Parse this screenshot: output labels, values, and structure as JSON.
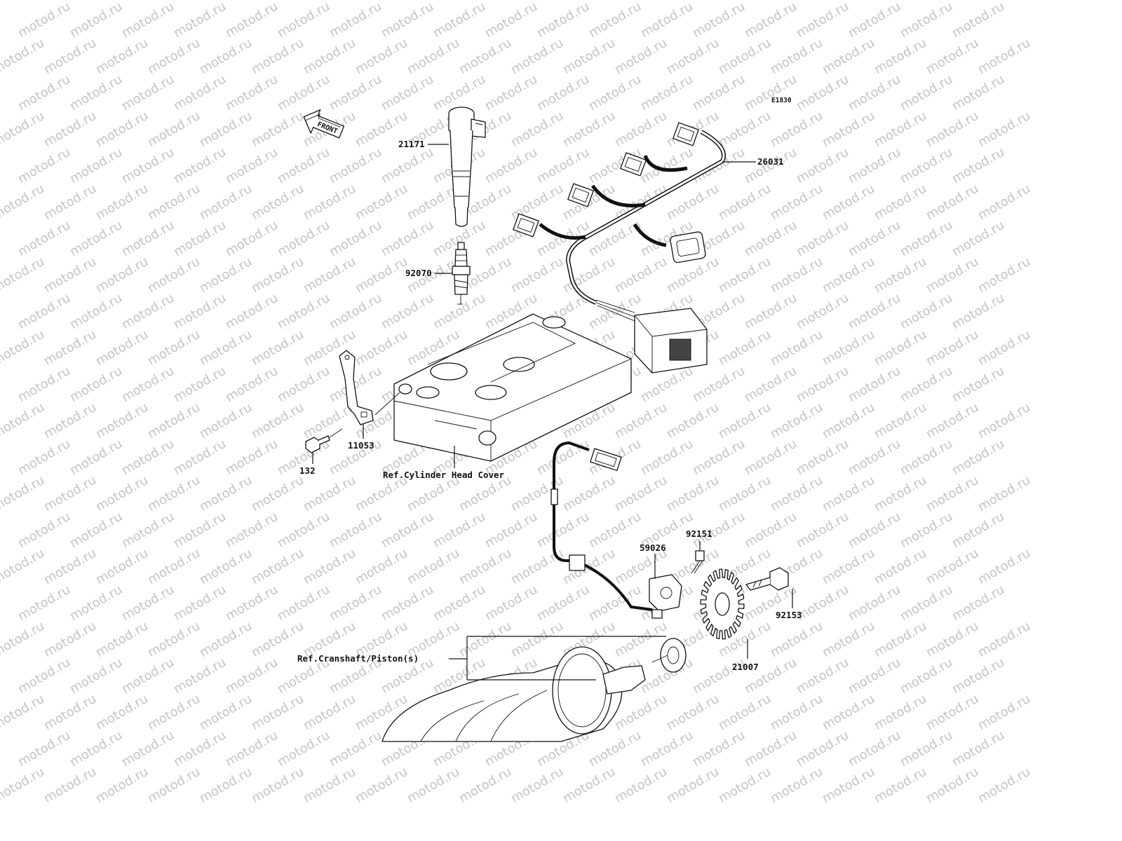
{
  "diagram_code": "E1830",
  "front_arrow": {
    "label": "FRONT"
  },
  "watermark": {
    "text": "motod.ru",
    "color": "#c4c4c4"
  },
  "callouts": [
    {
      "id": "21171",
      "label": "21171"
    },
    {
      "id": "26031",
      "label": "26031"
    },
    {
      "id": "92070",
      "label": "92070"
    },
    {
      "id": "11053",
      "label": "11053"
    },
    {
      "id": "132",
      "label": "132"
    },
    {
      "id": "ref-head-cover",
      "label": "Ref.Cylinder Head Cover"
    },
    {
      "id": "92151",
      "label": "92151"
    },
    {
      "id": "59026",
      "label": "59026"
    },
    {
      "id": "92153",
      "label": "92153"
    },
    {
      "id": "ref-crankshaft",
      "label": "Ref.Cranshaft/Piston(s)"
    },
    {
      "id": "21007",
      "label": "21007"
    }
  ],
  "colors": {
    "line": "#111111",
    "background": "#ffffff"
  }
}
